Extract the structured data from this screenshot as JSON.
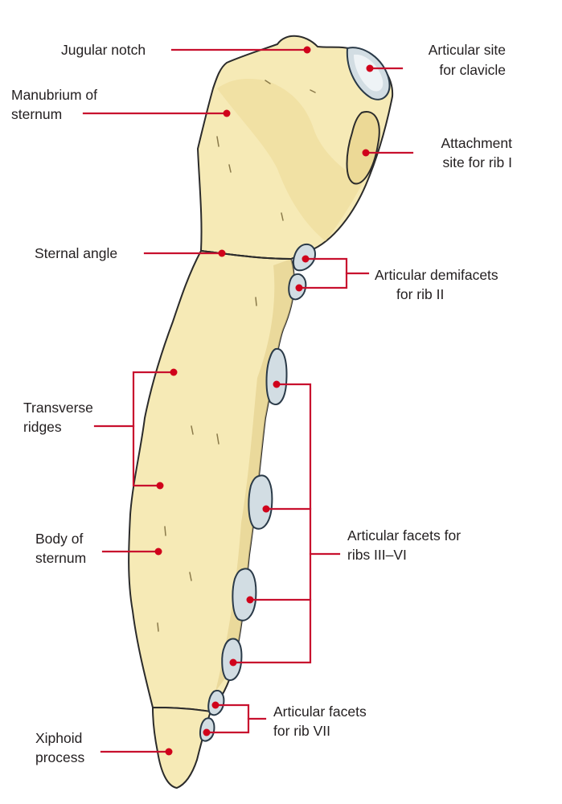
{
  "colors": {
    "bone_fill": "#f6eab6",
    "bone_shadow": "#e6d290",
    "bone_outline": "#2b2b2b",
    "facet_fill": "#d2dde3",
    "leader_line": "#c8102e",
    "label_text": "#231f20"
  },
  "labels": {
    "jugular_notch": [
      "Jugular notch"
    ],
    "manubrium": [
      "Manubrium of",
      "sternum"
    ],
    "sternal_angle": [
      "Sternal angle"
    ],
    "transverse_ridges": [
      "Transverse",
      "ridges"
    ],
    "body": [
      "Body of",
      "sternum"
    ],
    "xiphoid": [
      "Xiphoid",
      "process"
    ],
    "clavicle_site": [
      "Articular site",
      "for clavicle"
    ],
    "rib1_site": [
      "Attachment",
      "site for rib I"
    ],
    "rib2_demifacets": [
      "Articular demifacets",
      "for rib II"
    ],
    "rib3_6_facets": [
      "Articular facets for",
      "ribs III–VI"
    ],
    "rib7_facets": [
      "Articular facets",
      "for rib VII"
    ]
  }
}
